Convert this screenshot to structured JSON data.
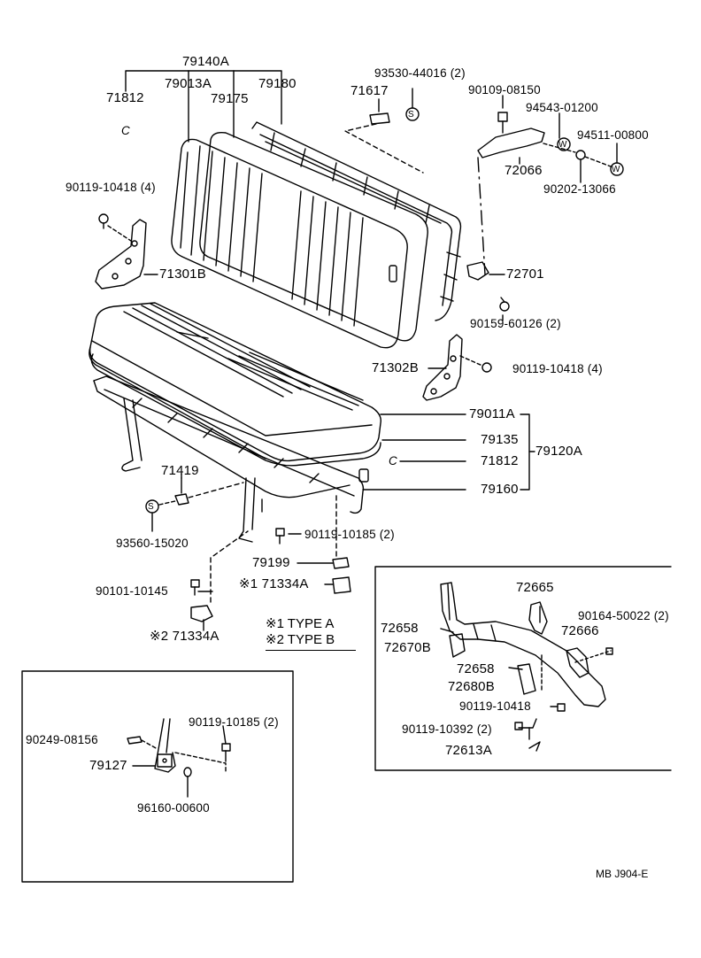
{
  "parts": {
    "p79140A": "79140A",
    "p71812_top": "71812",
    "p79013A": "79013A",
    "p79175": "79175",
    "p79180": "79180",
    "p93530": "93530-44016 (2)",
    "p71617": "71617",
    "p90109": "90109-08150",
    "p94543": "94543-01200",
    "p94511": "94511-00800",
    "p72066": "72066",
    "p90202": "90202-13066",
    "p90119_10418_a": "90119-10418 (4)",
    "p71301B": "71301B",
    "p72701": "72701",
    "p90159": "90159-60126 (2)",
    "p71302B": "71302B",
    "p90119_10418_b": "90119-10418 (4)",
    "p79011A": "79011A",
    "p79135": "79135",
    "p71812_mid": "71812",
    "p79120A": "79120A",
    "p79160": "79160",
    "p71419": "71419",
    "p93560": "93560-15020",
    "p90119_10185_a": "90119-10185 (2)",
    "p79199": "79199",
    "p90101": "90101-10145",
    "p71334A_1": "※1 71334A",
    "p71334A_2": "※2 71334A",
    "p90249": "90249-08156",
    "p90119_10185_b": "90119-10185 (2)",
    "p79127": "79127",
    "p96160": "96160-00600",
    "p72665": "72665",
    "p90164": "90164-50022 (2)",
    "p72658_a": "72658",
    "p72666": "72666",
    "p72670B": "72670B",
    "p72658_b": "72658",
    "p72680B": "72680B",
    "p90119_10418_c": "90119-10418",
    "p90119_10392": "90119-10392 (2)",
    "p72613A": "72613A"
  },
  "legend": {
    "type_a": "※1 TYPE  A",
    "type_b": "※2 TYPE  B"
  },
  "markers": {
    "c": "C",
    "s": "S",
    "w": "W"
  },
  "footer": {
    "ref": "MB  J904-E"
  }
}
